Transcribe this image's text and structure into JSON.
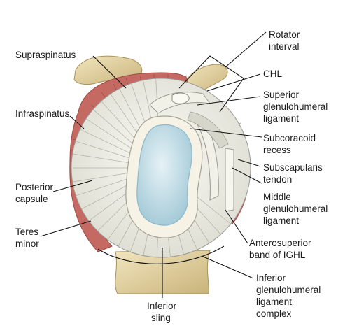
{
  "labels": {
    "supraspinatus": "Supraspinatus",
    "rotator_interval": [
      "Rotator",
      "interval"
    ],
    "chl": "CHL",
    "superior_ghl": [
      "Superior",
      "glenulohumeral",
      "ligament"
    ],
    "infraspinatus": "Infraspinatus",
    "subcoracoid_recess": [
      "Subcoracoid",
      "recess"
    ],
    "subscapularis_tendon": [
      "Subscapularis",
      "tendon"
    ],
    "posterior_capsule": [
      "Posterior",
      "capsule"
    ],
    "middle_ghl": [
      "Middle",
      "glenulohumeral",
      "ligament"
    ],
    "teres_minor": [
      "Teres",
      "minor"
    ],
    "anterosuperior_band": [
      "Anterosuperior",
      "band of IGHL"
    ],
    "inferior_ghl_complex": [
      "Inferior",
      "glenulohumeral",
      "ligament",
      "complex"
    ],
    "inferior_sling": [
      "Inferior",
      "sling"
    ]
  },
  "colors": {
    "bone": "#e8d8a8",
    "bone_shade": "#c9b37a",
    "muscle": "#c46a62",
    "muscle_dark": "#9e4a45",
    "capsule": "#efefe6",
    "capsule_fiber": "#b9b9ae",
    "cartilage": "#bcd8e2",
    "cartilage_edge": "#8fb8c8",
    "labrum": "#f6f3e6"
  }
}
